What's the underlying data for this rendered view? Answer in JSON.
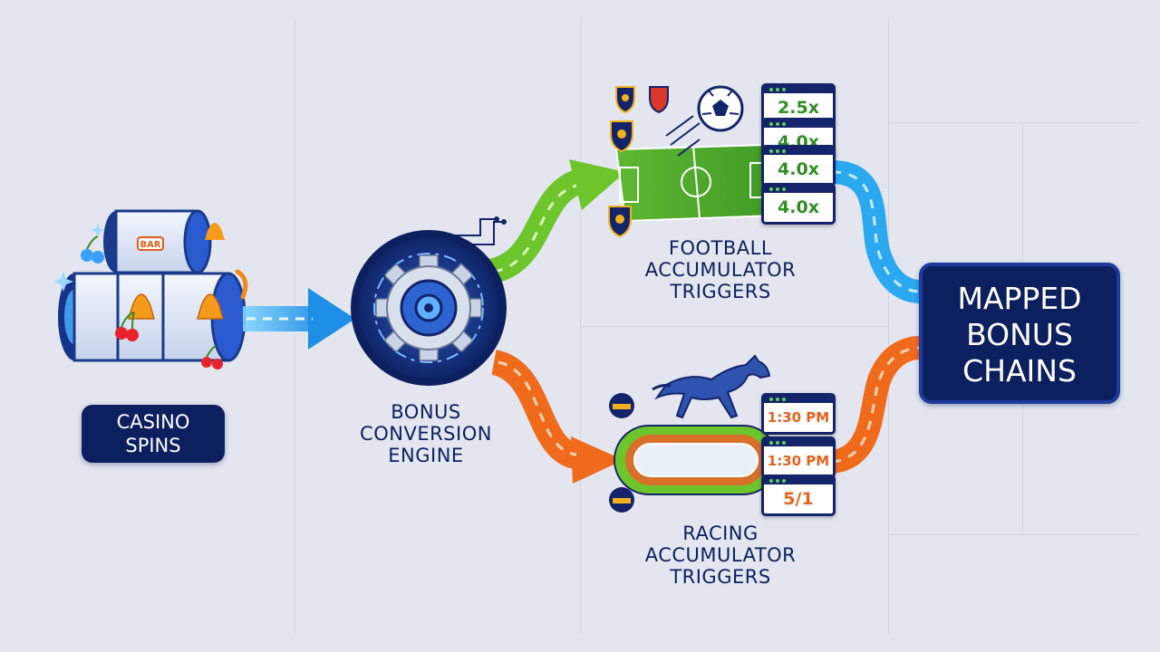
{
  "nodes": {
    "casino": {
      "line1": "CASINO",
      "line2": "SPINS"
    },
    "engine": {
      "line1": "BONUS",
      "line2": "CONVERSION",
      "line3": "ENGINE"
    },
    "football": {
      "line1": "FOOTBALL",
      "line2": "ACCUMULATOR",
      "line3": "TRIGGERS"
    },
    "racing": {
      "line1": "RACING",
      "line2": "ACCUMULATOR",
      "line3": "TRIGGERS"
    },
    "chains": {
      "line1": "MAPPED",
      "line2": "BONUS",
      "line3": "CHAINS"
    }
  },
  "football_odds": [
    "2.5x",
    "4.0x",
    "4.0x",
    "4.0x"
  ],
  "racing_odds": [
    "1:30 PM",
    "1:30 PM",
    "5/1"
  ],
  "slot_symbols": {
    "bar": "BAR"
  },
  "colors": {
    "navy": "#0c1f5e",
    "blue_flow": "#2aa8f0",
    "green_flow": "#6cc52a",
    "orange_flow": "#f06a1c",
    "background": "#e3e6ee"
  }
}
